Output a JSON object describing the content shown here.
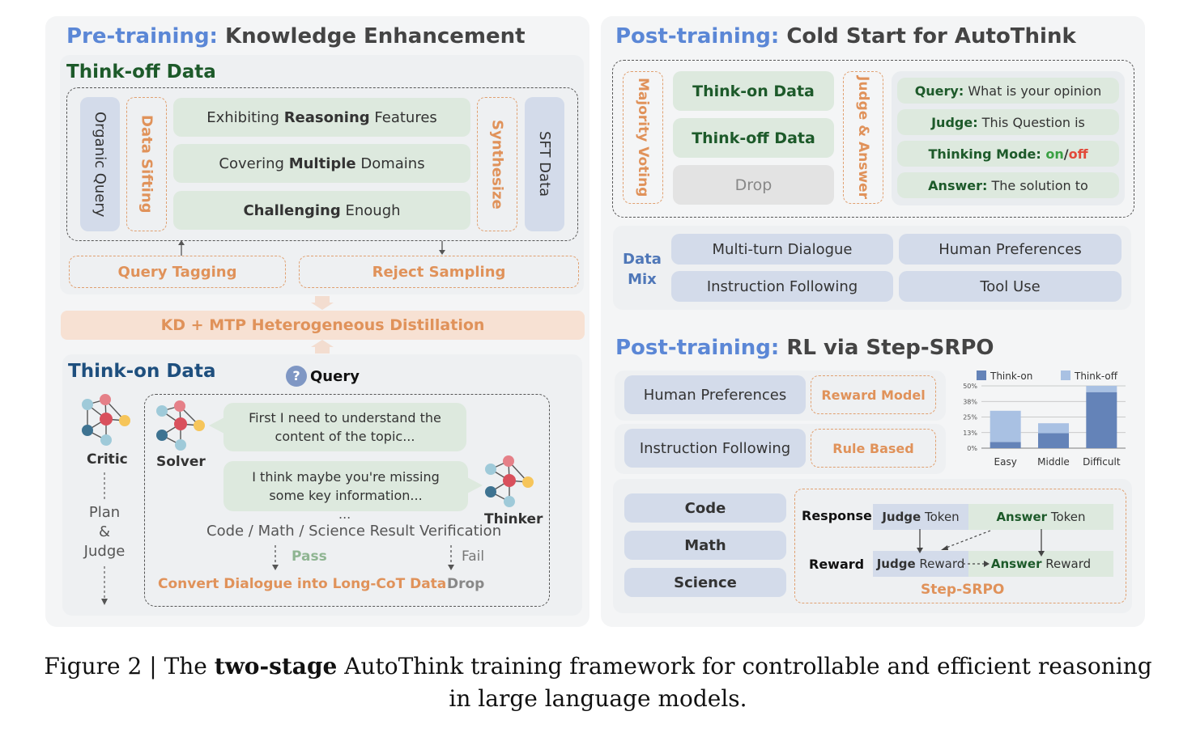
{
  "pretraining": {
    "title_prefix": "Pre-training:",
    "title_rest": " Knowledge Enhancement",
    "thinkoff_title": "Think-off Data",
    "organic_query": "Organic Query",
    "data_sifting": "Data Sifting",
    "row1_pre": "Exhibiting ",
    "row1_bold": "Reasoning",
    "row1_post": " Features",
    "row2_pre": "Covering ",
    "row2_bold": "Multiple",
    "row2_post": " Domains",
    "row3_bold": "Challenging",
    "row3_post": " Enough",
    "synthesize": "Synthesize",
    "sft_data": "SFT Data",
    "query_tagging": "Query Tagging",
    "reject_sampling": "Reject Sampling",
    "kd_bar": "KD + MTP Heterogeneous Distillation",
    "thinkon_title": "Think-on Data",
    "query_label": "Query",
    "critic": "Critic",
    "solver": "Solver",
    "thinker": "Thinker",
    "plan": "Plan",
    "amp": "&",
    "judge": "Judge",
    "bubble1": "First I need to understand the content of the topic...",
    "bubble2": "I think maybe you're missing some key information...",
    "ellipsis": "...",
    "verification": "Code / Math / Science Result Verification",
    "pass": "Pass",
    "fail": "Fail",
    "convert": "Convert Dialogue into Long-CoT Data",
    "drop": "Drop"
  },
  "coldstart": {
    "title_prefix": "Post-training:",
    "title_rest": " Cold Start for AutoThink",
    "majority_voting": "Majority Voting",
    "thinkon": "Think-on Data",
    "thinkoff": "Think-off Data",
    "drop": "Drop",
    "judge_answer": "Judge & Answer",
    "q_label": "Query:",
    "q_text": " What is your opinion",
    "j_label": "Judge:",
    "j_text": " This Question is",
    "m_label": "Thinking Mode: ",
    "m_on": "on",
    "m_slash": "/",
    "m_off": "off",
    "a_label": "Answer:",
    "a_text": " The solution to",
    "datamix_1": "Data",
    "datamix_2": "Mix",
    "mix_items": [
      "Multi-turn Dialogue",
      "Human Preferences",
      "Instruction Following",
      "Tool Use"
    ]
  },
  "rl": {
    "title_prefix": "Post-training:",
    "title_rest": " RL via Step-SRPO",
    "human_pref": "Human Preferences",
    "reward_model": "Reward Model",
    "instr_follow": "Instruction Following",
    "rule_based": "Rule Based",
    "code": "Code",
    "math": "Math",
    "science": "Science",
    "response": "Response",
    "reward": "Reward",
    "judge_b": "Judge",
    "token": " Token",
    "answer_b": "Answer",
    "token2": "  Token",
    "judge_b2": "Judge",
    "reward_word": " Reward",
    "answer_b2": "Answer",
    "reward_word2": " Reward",
    "step_srpo": "Step-SRPO"
  },
  "chart_data": {
    "type": "bar",
    "stacked": true,
    "categories": [
      "Easy",
      "Middle",
      "Difficult"
    ],
    "series": [
      {
        "name": "Think-on",
        "values": [
          5,
          12,
          45
        ],
        "color": "#6483b8"
      },
      {
        "name": "Think-off",
        "values": [
          25,
          8,
          5
        ],
        "color": "#a9c1e3"
      }
    ],
    "ytick_labels": [
      "0%",
      "13%",
      "25%",
      "38%",
      "50%"
    ],
    "ylim": [
      0,
      50
    ],
    "legend": "top"
  },
  "caption": {
    "prefix": "Figure 2 | The ",
    "bold": "two-stage",
    "line1_rest": " AutoThink training framework for controllable and efficient reasoning",
    "line2": "in large language models."
  },
  "colors": {
    "accent_blue": "#5b87d6",
    "orange": "#e0925a",
    "green_box": "#dde9de",
    "blue_box": "#d3dbea",
    "dark_green": "#1d5a2a",
    "dark_blue": "#1e4f7e"
  }
}
